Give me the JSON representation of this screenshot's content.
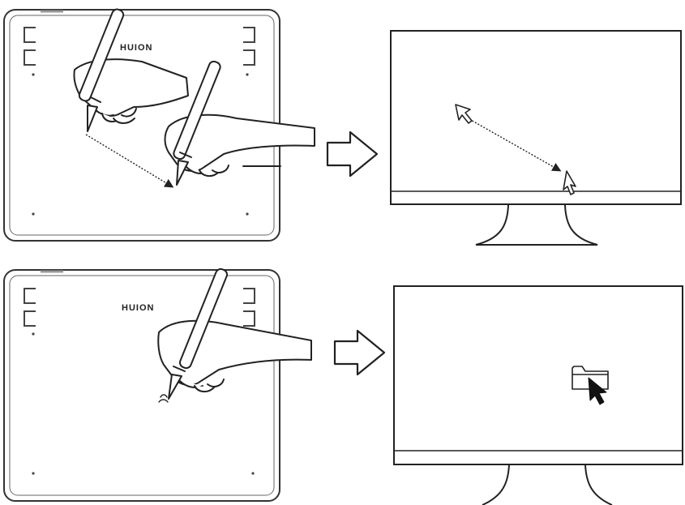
{
  "panels": [
    {
      "tablet": {
        "brand": "HUION"
      },
      "monitor": {
        "content": "cursor-move"
      }
    },
    {
      "tablet": {
        "brand": "HUION"
      },
      "monitor": {
        "content": "folder-click"
      }
    }
  ],
  "colors": {
    "line": "#222222",
    "background": "#ffffff"
  },
  "icons": [
    "hand-with-pen-icon",
    "arrow-right-icon",
    "cursor-arrow-icon",
    "folder-icon"
  ]
}
